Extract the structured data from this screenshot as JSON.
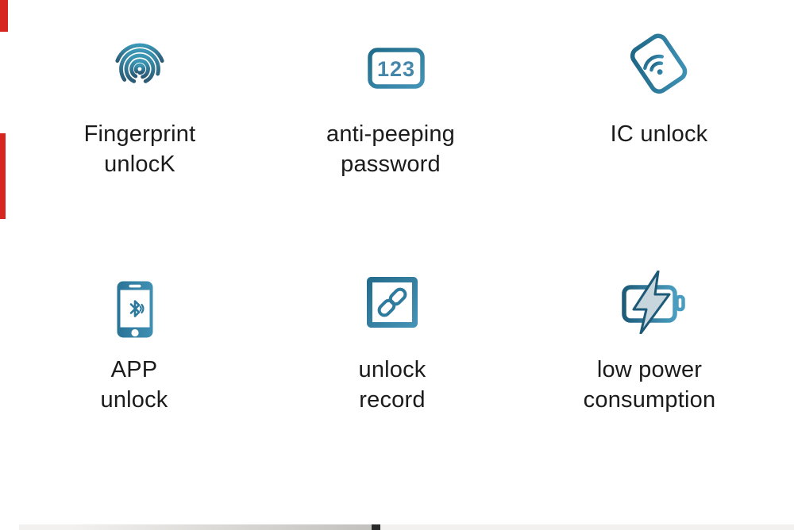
{
  "page": {
    "background": "#ffffff",
    "text_color": "#1b1b1b"
  },
  "colors": {
    "accent_teal_dark": "#1d5c7a",
    "accent_teal": "#2e7d9e",
    "accent_teal_light": "#4a9dc0",
    "bolt_fill": "#c7d5dd",
    "red_marker": "#d7261f",
    "bottom_strip": "#f2f1ef",
    "bottom_strip_dark": "#29292a"
  },
  "features": [
    {
      "id": "fingerprint-unlock",
      "icon": "fingerprint-icon",
      "line1": "Fingerprint",
      "line2": "unlocK"
    },
    {
      "id": "anti-peeping-password",
      "icon": "keypad-123-icon",
      "icon_text": "123",
      "line1": "anti-peeping",
      "line2": "password"
    },
    {
      "id": "ic-unlock",
      "icon": "ic-card-icon",
      "line1": "IC unlock",
      "line2": ""
    },
    {
      "id": "app-unlock",
      "icon": "phone-bluetooth-icon",
      "line1": "APP",
      "line2": "unlock"
    },
    {
      "id": "unlock-record",
      "icon": "chain-link-icon",
      "line1": "unlock",
      "line2": "record"
    },
    {
      "id": "low-power-consumption",
      "icon": "battery-lightning-icon",
      "line1": "low power",
      "line2": "consumption"
    }
  ]
}
